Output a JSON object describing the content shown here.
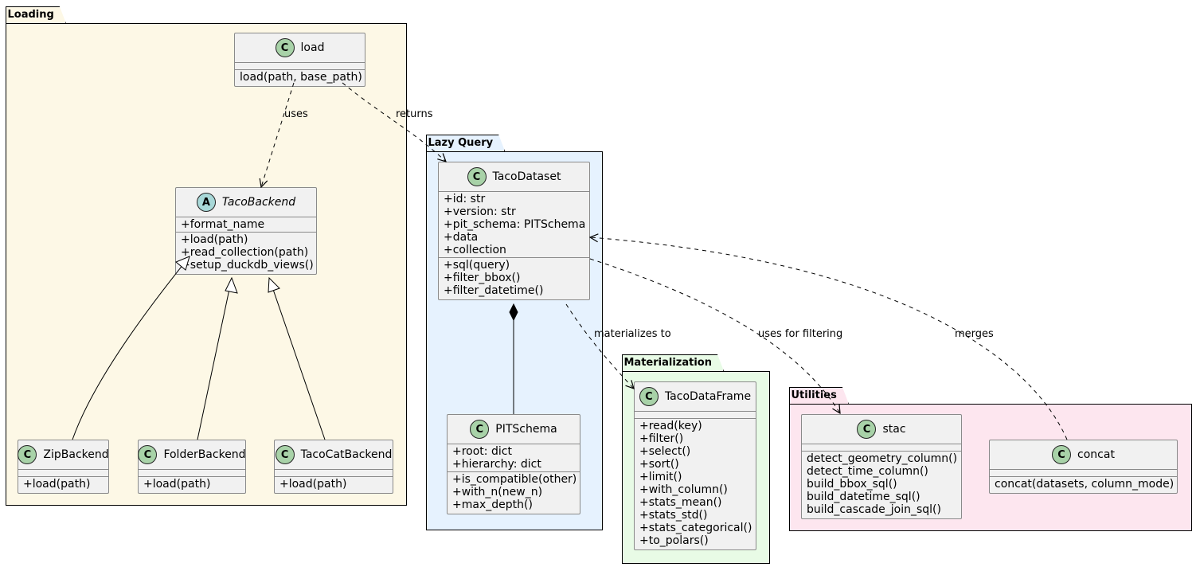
{
  "packages": {
    "loading": "Loading",
    "lazy_query": "Lazy Query",
    "materialization": "Materialization",
    "utilities": "Utilities"
  },
  "colors": {
    "loading_bg": "#fdf8e6",
    "lazy_query_bg": "#e6f2fe",
    "materialization_bg": "#e8fbe6",
    "utilities_bg": "#fde6ef",
    "class_bg": "#f1f1f1",
    "class_badge": "#a8d2a8",
    "abstract_badge": "#a8d8d8"
  },
  "classes": {
    "load": {
      "badge": "C",
      "name": "load",
      "attributes": [],
      "methods": [
        "load(path, base_path)"
      ]
    },
    "taco_backend": {
      "badge": "A",
      "name": "TacoBackend",
      "attributes": [
        "+format_name"
      ],
      "methods": [
        "+load(path)",
        "+read_collection(path)",
        "+setup_duckdb_views()"
      ]
    },
    "zip_backend": {
      "badge": "C",
      "name": "ZipBackend",
      "attributes": [],
      "methods": [
        "+load(path)"
      ]
    },
    "folder_backend": {
      "badge": "C",
      "name": "FolderBackend",
      "attributes": [],
      "methods": [
        "+load(path)"
      ]
    },
    "tacocat_backend": {
      "badge": "C",
      "name": "TacoCatBackend",
      "attributes": [],
      "methods": [
        "+load(path)"
      ]
    },
    "taco_dataset": {
      "badge": "C",
      "name": "TacoDataset",
      "attributes": [
        "+id: str",
        "+version: str",
        "+pit_schema: PITSchema",
        "+data",
        "+collection"
      ],
      "methods": [
        "+sql(query)",
        "+filter_bbox()",
        "+filter_datetime()"
      ]
    },
    "pit_schema": {
      "badge": "C",
      "name": "PITSchema",
      "attributes": [
        "+root: dict",
        "+hierarchy: dict"
      ],
      "methods": [
        "+is_compatible(other)",
        "+with_n(new_n)",
        "+max_depth()"
      ]
    },
    "taco_dataframe": {
      "badge": "C",
      "name": "TacoDataFrame",
      "attributes": [],
      "methods": [
        "+read(key)",
        "+filter()",
        "+select()",
        "+sort()",
        "+limit()",
        "+with_column()",
        "+stats_mean()",
        "+stats_std()",
        "+stats_categorical()",
        "+to_polars()"
      ]
    },
    "stac": {
      "badge": "C",
      "name": "stac",
      "attributes": [],
      "methods": [
        "detect_geometry_column()",
        "detect_time_column()",
        "build_bbox_sql()",
        "build_datetime_sql()",
        "build_cascade_join_sql()"
      ]
    },
    "concat": {
      "badge": "C",
      "name": "concat",
      "attributes": [],
      "methods": [
        "concat(datasets, column_mode)"
      ]
    }
  },
  "relations": {
    "uses": "uses",
    "returns": "returns",
    "materializes_to": "materializes to",
    "uses_for_filtering": "uses for filtering",
    "merges": "merges"
  }
}
